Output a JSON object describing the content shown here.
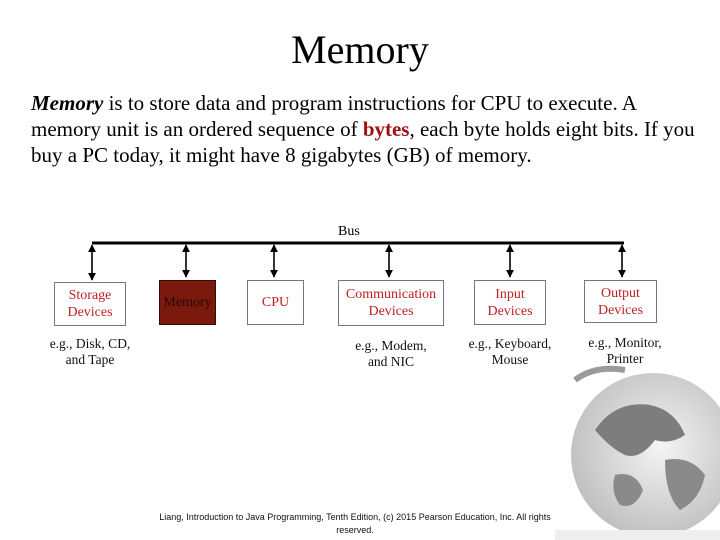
{
  "slide": {
    "title": "Memory",
    "paragraph": {
      "term": "Memory",
      "part1": " is to store data and program instructions for CPU to execute. A memory unit is an ordered sequence of ",
      "highlight": "bytes",
      "part2": ", each byte holds eight bits. If you buy a PC today, it might have 8 gigabytes (GB) of memory."
    }
  },
  "diagram": {
    "bus_label": "Bus",
    "components": [
      {
        "id": "storage",
        "label": "Storage Devices",
        "example": "e.g., Disk, CD, and Tape"
      },
      {
        "id": "memory",
        "label": "Memory",
        "example": ""
      },
      {
        "id": "cpu",
        "label": "CPU",
        "example": ""
      },
      {
        "id": "communication",
        "label": "Communication Devices",
        "example": "e.g., Modem, and NIC"
      },
      {
        "id": "input",
        "label": "Input Devices",
        "example": "e.g., Keyboard, Mouse"
      },
      {
        "id": "output",
        "label": "Output Devices",
        "example": "e.g., Monitor, Printer"
      }
    ]
  },
  "footer": "Liang, Introduction to Java Programming, Tenth Edition, (c) 2015 Pearson Education, Inc. All rights reserved.",
  "colors": {
    "text_accent": "#a01010",
    "box_text": "#c02020",
    "memory_fill": "#7a1a0c"
  }
}
